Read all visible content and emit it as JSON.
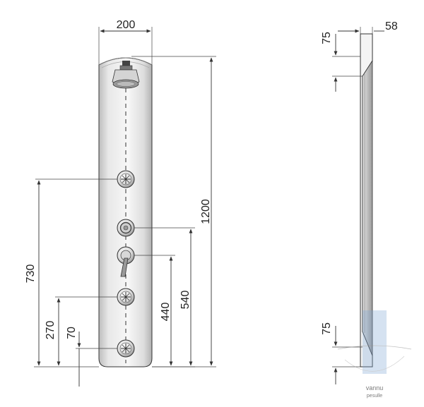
{
  "front_view": {
    "width_label": "200",
    "height_label": "1200",
    "dims_left": [
      {
        "label": "730"
      },
      {
        "label": "270"
      },
      {
        "label": "70"
      }
    ],
    "dims_right": [
      {
        "label": "440"
      },
      {
        "label": "540"
      }
    ]
  },
  "side_view": {
    "depth_label": "58",
    "top_label": "75",
    "bottom_label": "75"
  },
  "watermark": {
    "line1": "vannu",
    "line2": "pesulle"
  },
  "colors": {
    "line": "#333333",
    "panel_light": "#f4f4f4",
    "panel_dark": "#b5b5b5",
    "watermark": "#7fa8d6"
  }
}
